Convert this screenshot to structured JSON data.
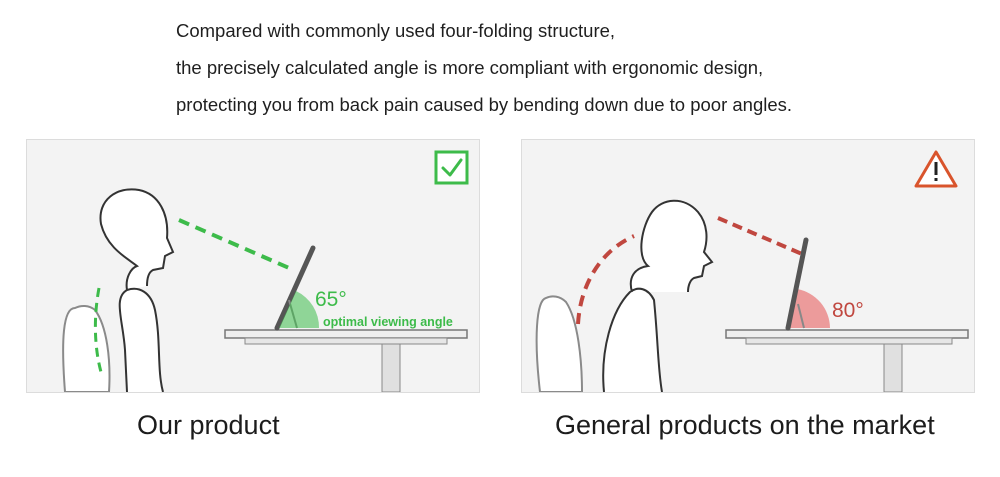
{
  "intro": {
    "line1": "Compared with commonly used four-folding structure,",
    "line2": "the precisely calculated angle is more compliant with ergonomic design,",
    "line3": "protecting you from back pain caused by bending down due to poor angles."
  },
  "left_panel": {
    "angle_label": "65°",
    "angle_note": "optimal viewing angle",
    "badge_icon": "checkmark-icon",
    "accent_color": "#3dbb4a",
    "caption": "Our product"
  },
  "right_panel": {
    "angle_label": "80°",
    "badge_icon": "warning-icon",
    "accent_color": "#c0473f",
    "caption": "General products on the market"
  }
}
